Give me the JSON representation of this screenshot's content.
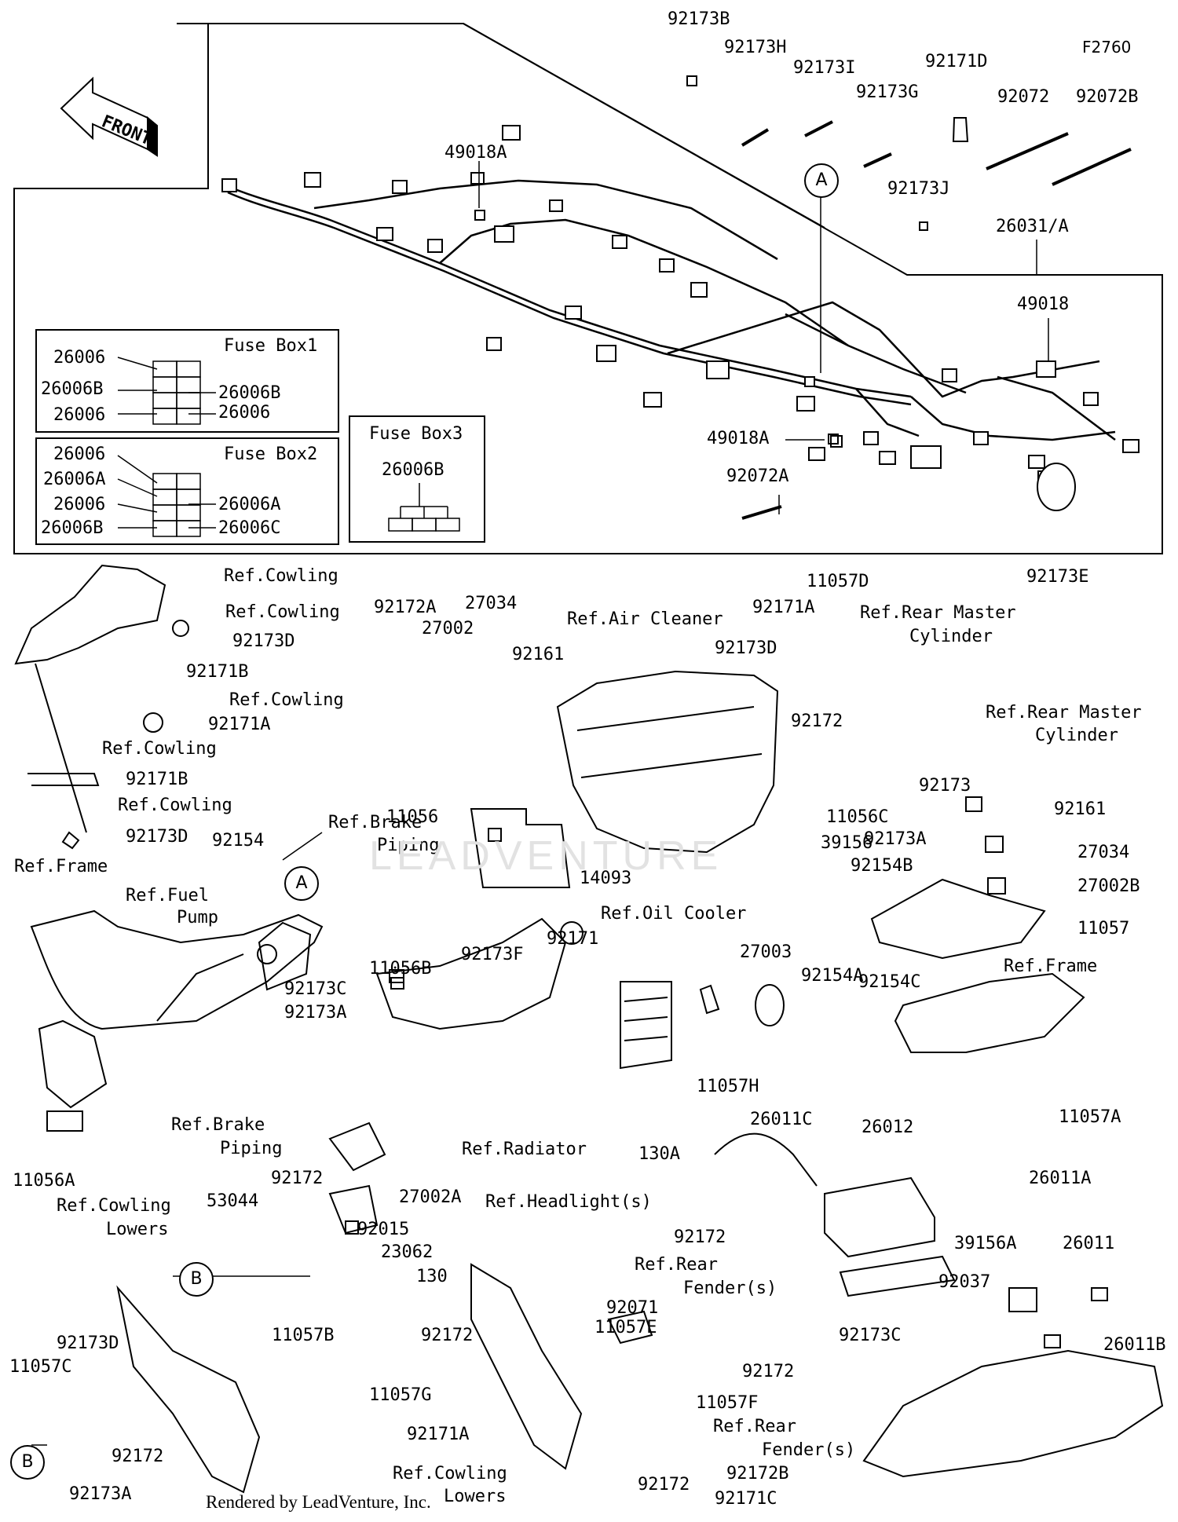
{
  "diagram_id": "F2760",
  "front_label": "FRONT",
  "footer": "Rendered by LeadVenture, Inc.",
  "watermark": "LEADVENTURE",
  "fuse_box1": {
    "title": "Fuse Box1",
    "labels": [
      "26006",
      "26006B",
      "26006B",
      "26006",
      "26006"
    ]
  },
  "fuse_box2": {
    "title": "Fuse Box2",
    "labels": [
      "26006",
      "26006A",
      "26006",
      "26006A",
      "26006B",
      "26006C"
    ]
  },
  "fuse_box3": {
    "title": "Fuse Box3",
    "labels": [
      "26006B"
    ]
  },
  "callouts": {
    "a": "A",
    "b": "B"
  },
  "parts": [
    "92173B",
    "92173H",
    "92173I",
    "92171D",
    "92173G",
    "92072",
    "92072B",
    "49018A",
    "92173J",
    "26031/A",
    "49018",
    "49018A",
    "92072A",
    "Ref.Cowling",
    "Ref.Cowling",
    "92173D",
    "92171B",
    "Ref.Cowling",
    "92171A",
    "Ref.Cowling",
    "92171B",
    "Ref.Cowling",
    "92173D",
    "92154",
    "92172A",
    "27034",
    "27002",
    "92161",
    "Ref.Air Cleaner",
    "11056",
    "11056C",
    "39156",
    "14093",
    "92171A",
    "11057D",
    "92173D",
    "92172",
    "Ref.Rear Master",
    "Cylinder",
    "92173E",
    "Ref.Rear Master",
    "Cylinder",
    "92173",
    "92161",
    "92173A",
    "27034",
    "92154B",
    "27002B",
    "11057",
    "Ref.Frame",
    "92154C",
    "11057A",
    "Ref.Frame",
    "Ref.Fuel",
    "Pump",
    "Ref.Brake",
    "Piping",
    "11056B",
    "Ref.Brake",
    "Piping",
    "11056A",
    "92173F",
    "92171",
    "92173C",
    "92173A",
    "Ref.Radiator",
    "Ref.Oil Cooler",
    "27003",
    "92154A",
    "11057H",
    "130A",
    "26011C",
    "26012",
    "26011A",
    "Ref.Cowling",
    "Lowers",
    "53044",
    "92172",
    "27002A",
    "92015",
    "23062",
    "130",
    "11057B",
    "92172",
    "11057G",
    "92171A",
    "11057C",
    "92173D",
    "92172",
    "92173A",
    "Ref.Headlight(s)",
    "92172",
    "Ref.Rear",
    "Fender(s)",
    "92071",
    "11057E",
    "92172",
    "11057F",
    "Ref.Rear",
    "Fender(s)",
    "Ref.Cowling",
    "Lowers",
    "92172",
    "92172B",
    "92171C",
    "39156A",
    "26011",
    "92037",
    "26011B",
    "92173C"
  ]
}
